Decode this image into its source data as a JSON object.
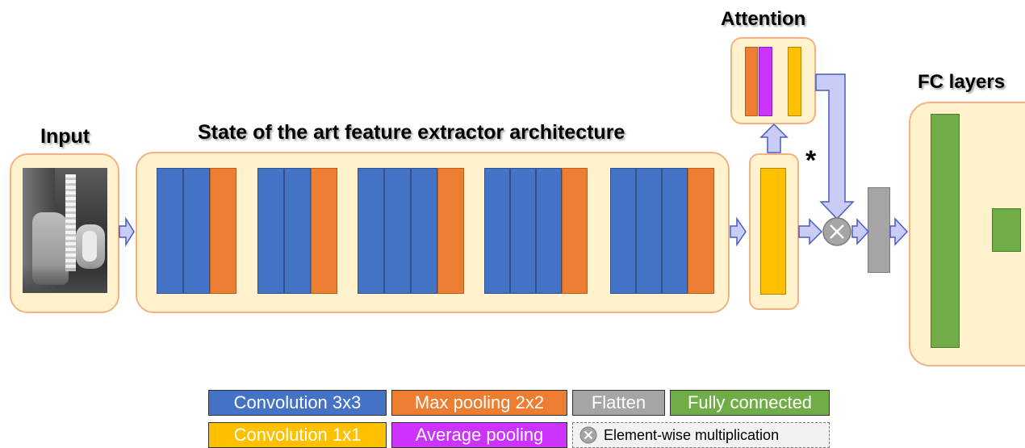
{
  "titles": {
    "input": "Input",
    "extractor": "State of the art feature extractor architecture",
    "attention": "Attention",
    "fc": "FC layers",
    "asterisk": "*"
  },
  "legend": {
    "conv3": "Convolution 3x3",
    "maxpool": "Max pooling 2x2",
    "flatten": "Flatten",
    "fc": "Fully connected",
    "conv1": "Convolution 1x1",
    "avgpool": "Average pooling",
    "mult": "Element-wise multiplication"
  },
  "colors": {
    "conv3": "#4472c4",
    "maxpool": "#ed7d31",
    "conv1": "#ffc000",
    "avgpool": "#cc33ff",
    "flatten": "#a5a5a5",
    "fc": "#70ad47",
    "panel": "#fff2cc",
    "panel_border": "#f4b183",
    "arrow": "#c9ccf5",
    "arrow_border": "#4a5bc4"
  }
}
